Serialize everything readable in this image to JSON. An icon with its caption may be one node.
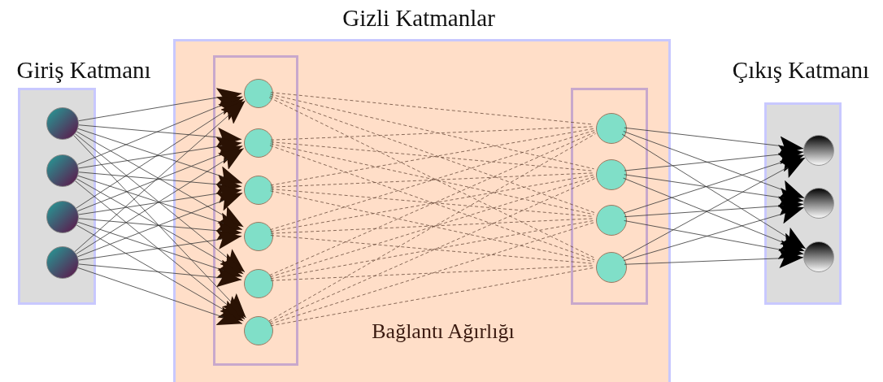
{
  "diagram": {
    "nodes": [
      {
        "text": [
          "Giriş Katmanı"
        ]
      },
      {
        "text": [],
        "shape": "circle",
        "in": 0
      },
      {
        "text": [],
        "shape": "circle",
        "in": 0
      },
      {
        "text": [],
        "shape": "circle",
        "in": 0
      },
      {
        "text": [],
        "shape": "circle",
        "in": 0
      },
      {
        "text": [
          "Gizli Katmanlar",
          "Bağlantı Ağırlığı"
        ]
      },
      {
        "text": [],
        "shape": "box",
        "in": 5
      },
      {
        "text": [],
        "shape": "circle",
        "in": 6
      },
      {
        "text": [],
        "shape": "circle",
        "in": 6
      },
      {
        "text": [],
        "shape": "circle",
        "in": 6
      },
      {
        "text": [],
        "shape": "circle",
        "in": 6
      },
      {
        "text": [],
        "shape": "circle",
        "in": 6
      },
      {
        "text": [],
        "shape": "circle",
        "in": 6
      },
      {
        "text": [],
        "shape": "box",
        "in": 5
      },
      {
        "text": [],
        "shape": "circle",
        "in": 13
      },
      {
        "text": [],
        "shape": "circle",
        "in": 13
      },
      {
        "text": [],
        "shape": "circle",
        "in": 13
      },
      {
        "text": [],
        "shape": "circle",
        "in": 13
      },
      {
        "text": [
          "Çıkış Katmanı"
        ]
      },
      {
        "text": [],
        "shape": "circle",
        "in": 18
      },
      {
        "text": [],
        "shape": "circle",
        "in": 18
      },
      {
        "text": [],
        "shape": "circle",
        "in": 18
      }
    ],
    "edges": [
      {
        "from": 1,
        "to": 7,
        "arrow": "to"
      },
      {
        "from": 1,
        "to": 8,
        "arrow": "to"
      },
      {
        "from": 1,
        "to": 9,
        "arrow": "to"
      },
      {
        "from": 1,
        "to": 10,
        "arrow": "to"
      },
      {
        "from": 1,
        "to": 11,
        "arrow": "to"
      },
      {
        "from": 1,
        "to": 12,
        "arrow": "to"
      },
      {
        "from": 2,
        "to": 7,
        "arrow": "to"
      },
      {
        "from": 2,
        "to": 8,
        "arrow": "to"
      },
      {
        "from": 2,
        "to": 9,
        "arrow": "to"
      },
      {
        "from": 2,
        "to": 10,
        "arrow": "to"
      },
      {
        "from": 2,
        "to": 11,
        "arrow": "to"
      },
      {
        "from": 2,
        "to": 12,
        "arrow": "to"
      },
      {
        "from": 3,
        "to": 7,
        "arrow": "to"
      },
      {
        "from": 3,
        "to": 8,
        "arrow": "to"
      },
      {
        "from": 3,
        "to": 9,
        "arrow": "to"
      },
      {
        "from": 3,
        "to": 10,
        "arrow": "to"
      },
      {
        "from": 3,
        "to": 11,
        "arrow": "to"
      },
      {
        "from": 3,
        "to": 12,
        "arrow": "to"
      },
      {
        "from": 4,
        "to": 7,
        "arrow": "to"
      },
      {
        "from": 4,
        "to": 8,
        "arrow": "to"
      },
      {
        "from": 4,
        "to": 9,
        "arrow": "to"
      },
      {
        "from": 4,
        "to": 10,
        "arrow": "to"
      },
      {
        "from": 4,
        "to": 11,
        "arrow": "to"
      },
      {
        "from": 4,
        "to": 12,
        "arrow": "to"
      },
      {
        "from": 7,
        "to": 14,
        "arrow": "none",
        "style": "dashed"
      },
      {
        "from": 7,
        "to": 15,
        "arrow": "none",
        "style": "dashed"
      },
      {
        "from": 7,
        "to": 16,
        "arrow": "none",
        "style": "dashed"
      },
      {
        "from": 7,
        "to": 17,
        "arrow": "none",
        "style": "dashed"
      },
      {
        "from": 8,
        "to": 14,
        "arrow": "none",
        "style": "dashed"
      },
      {
        "from": 8,
        "to": 15,
        "arrow": "none",
        "style": "dashed"
      },
      {
        "from": 8,
        "to": 16,
        "arrow": "none",
        "style": "dashed"
      },
      {
        "from": 8,
        "to": 17,
        "arrow": "none",
        "style": "dashed"
      },
      {
        "from": 9,
        "to": 14,
        "arrow": "none",
        "style": "dashed"
      },
      {
        "from": 9,
        "to": 15,
        "arrow": "none",
        "style": "dashed"
      },
      {
        "from": 9,
        "to": 16,
        "arrow": "none",
        "style": "dashed"
      },
      {
        "from": 9,
        "to": 17,
        "arrow": "none",
        "style": "dashed"
      },
      {
        "from": 10,
        "to": 14,
        "arrow": "none",
        "style": "dashed"
      },
      {
        "from": 10,
        "to": 15,
        "arrow": "none",
        "style": "dashed"
      },
      {
        "from": 10,
        "to": 16,
        "arrow": "none",
        "style": "dashed"
      },
      {
        "from": 10,
        "to": 17,
        "arrow": "none",
        "style": "dashed"
      },
      {
        "from": 11,
        "to": 14,
        "arrow": "none",
        "style": "dashed"
      },
      {
        "from": 11,
        "to": 15,
        "arrow": "none",
        "style": "dashed"
      },
      {
        "from": 11,
        "to": 16,
        "arrow": "none",
        "style": "dashed"
      },
      {
        "from": 11,
        "to": 17,
        "arrow": "none",
        "style": "dashed"
      },
      {
        "from": 12,
        "to": 14,
        "arrow": "none",
        "style": "dashed"
      },
      {
        "from": 12,
        "to": 15,
        "arrow": "none",
        "style": "dashed"
      },
      {
        "from": 12,
        "to": 16,
        "arrow": "none",
        "style": "dashed"
      },
      {
        "from": 12,
        "to": 17,
        "arrow": "none",
        "style": "dashed"
      },
      {
        "from": 14,
        "to": 19,
        "arrow": "to"
      },
      {
        "from": 14,
        "to": 20,
        "arrow": "to"
      },
      {
        "from": 14,
        "to": 21,
        "arrow": "to"
      },
      {
        "from": 15,
        "to": 19,
        "arrow": "to"
      },
      {
        "from": 15,
        "to": 20,
        "arrow": "to"
      },
      {
        "from": 15,
        "to": 21,
        "arrow": "to"
      },
      {
        "from": 16,
        "to": 19,
        "arrow": "to"
      },
      {
        "from": 16,
        "to": 20,
        "arrow": "to"
      },
      {
        "from": 16,
        "to": 21,
        "arrow": "to"
      },
      {
        "from": 17,
        "to": 19,
        "arrow": "to"
      },
      {
        "from": 17,
        "to": 20,
        "arrow": "to"
      },
      {
        "from": 17,
        "to": 21,
        "arrow": "to"
      }
    ]
  }
}
